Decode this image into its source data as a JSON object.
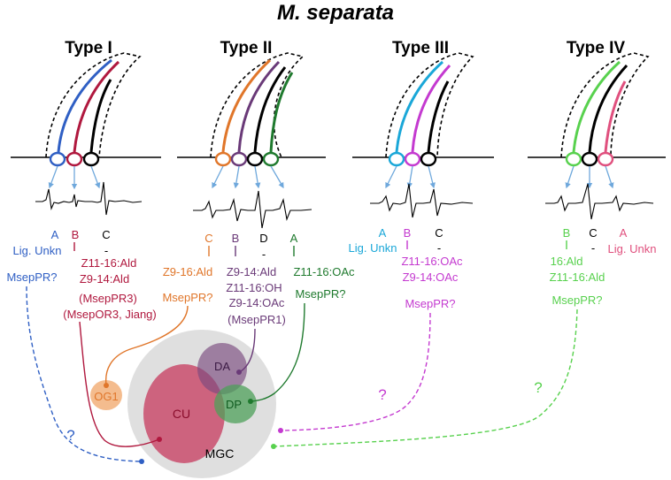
{
  "title": "M. separata",
  "types": [
    {
      "label": "Type I"
    },
    {
      "label": "Type II"
    },
    {
      "label": "Type III"
    },
    {
      "label": "Type IV"
    }
  ],
  "type1": {
    "a_letter": "A",
    "a_sub": "Lig. Unkn",
    "b_letter": "B",
    "b_lines": [
      "Z11-16:Ald",
      "Z9-14:Ald",
      "(MsepPR3)",
      "(MsepOR3, Jiang)"
    ],
    "c_letter": "C",
    "c_dash": "-",
    "receptor": "MsepPR?",
    "question": "?"
  },
  "type2": {
    "c_letter": "C",
    "c_lines": [
      "Z9-16:Ald",
      "MsepPR?"
    ],
    "b_letter": "B",
    "b_lines": [
      "Z9-14:Ald",
      "Z11-16:OH",
      "Z9-14:OAc",
      "(MsepPR1)"
    ],
    "d_letter": "D",
    "d_dash": "-",
    "a_letter": "A",
    "a_lines": [
      "Z11-16:OAc",
      "MsepPR?"
    ]
  },
  "type3": {
    "a_letter": "A",
    "a_sub": "Lig. Unkn",
    "b_letter": "B",
    "b_lines": [
      "Z11-16:OAc",
      "Z9-14:OAc",
      "MsepPR?"
    ],
    "c_letter": "C",
    "c_dash": "-",
    "question": "?"
  },
  "type4": {
    "b_letter": "B",
    "b_lines": [
      "16:Ald",
      "Z11-16:Ald",
      "MsepPR?"
    ],
    "c_letter": "C",
    "c_dash": "-",
    "a_letter": "A",
    "a_sub": "Lig. Unkn",
    "question": "?"
  },
  "glomeruli": {
    "og1": "OG1",
    "cu": "CU",
    "da": "DA",
    "dp": "DP",
    "mgc": "MGC"
  },
  "colors": {
    "blue": "#2f5fc4",
    "red": "#b0183e",
    "black": "#000000",
    "orange": "#e0762a",
    "purple": "#6a3a78",
    "green": "#1f7a2e",
    "cyan": "#1aa7d8",
    "magenta": "#c43ad0",
    "lightgreen": "#58d14e",
    "pink": "#e0507e",
    "arrow": "#6fa8dc"
  }
}
